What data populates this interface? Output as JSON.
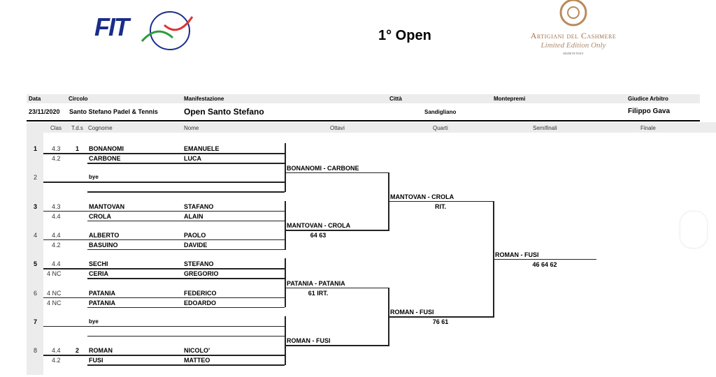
{
  "header": {
    "title": "1° Open",
    "logo_left": "FIT",
    "logo_right": {
      "brand": "Artigiani del Cashmere",
      "tagline": "Limited Edition Only",
      "sub": "MADE IN ITALY"
    }
  },
  "info": {
    "labels": [
      "Data",
      "Circolo",
      "Manifestazione",
      "Città",
      "Montepremi",
      "Giudice Arbitro"
    ],
    "values": {
      "data": "23/11/2020",
      "circolo": "Santo Stefano Padel & Tennis",
      "manifestazione": "Open Santo Stefano",
      "citta": "Sandigliano",
      "montepremi": "",
      "giudice": "Filippo Gava"
    }
  },
  "columns": [
    "Clas",
    "T.d.s",
    "Cognome",
    "Nome",
    "Ottavi",
    "Quarti",
    "Semifinali",
    "Finale"
  ],
  "teams": [
    {
      "num": "1",
      "players": [
        {
          "clas": "4.3",
          "tds": "1",
          "cognome": "BONANOMI",
          "nome": "EMANUELE"
        },
        {
          "clas": "4.2",
          "tds": "",
          "cognome": "CARBONE",
          "nome": "LUCA"
        }
      ]
    },
    {
      "num": "2",
      "players": [
        {
          "clas": "",
          "tds": "",
          "cognome": "bye",
          "nome": ""
        },
        {
          "clas": "",
          "tds": "",
          "cognome": "",
          "nome": ""
        }
      ]
    },
    {
      "num": "3",
      "players": [
        {
          "clas": "4.3",
          "tds": "",
          "cognome": "MANTOVAN",
          "nome": "STAFANO"
        },
        {
          "clas": "4.4",
          "tds": "",
          "cognome": "CROLA",
          "nome": "ALAIN"
        }
      ]
    },
    {
      "num": "4",
      "players": [
        {
          "clas": "4.4",
          "tds": "",
          "cognome": "ALBERTO",
          "nome": "PAOLO"
        },
        {
          "clas": "4.2",
          "tds": "",
          "cognome": "BASUINO",
          "nome": "DAVIDE"
        }
      ]
    },
    {
      "num": "5",
      "players": [
        {
          "clas": "4.4",
          "tds": "",
          "cognome": "SECHI",
          "nome": "STEFANO"
        },
        {
          "clas": "4 NC",
          "tds": "",
          "cognome": "CERIA",
          "nome": "GREGORIO"
        }
      ]
    },
    {
      "num": "6",
      "players": [
        {
          "clas": "4 NC",
          "tds": "",
          "cognome": "PATANIA",
          "nome": "FEDERICO"
        },
        {
          "clas": "4 NC",
          "tds": "",
          "cognome": "PATANIA",
          "nome": "EDOARDO"
        }
      ]
    },
    {
      "num": "7",
      "players": [
        {
          "clas": "",
          "tds": "",
          "cognome": "bye",
          "nome": ""
        },
        {
          "clas": "",
          "tds": "",
          "cognome": "",
          "nome": ""
        }
      ]
    },
    {
      "num": "8",
      "players": [
        {
          "clas": "4.4",
          "tds": "2",
          "cognome": "ROMAN",
          "nome": "NICOLO'"
        },
        {
          "clas": "4.2",
          "tds": "",
          "cognome": "FUSI",
          "nome": "MATTEO"
        }
      ]
    }
  ],
  "rounds": {
    "ottavi": [
      {
        "winner": "BONANOMI - CARBONE",
        "score": ""
      },
      {
        "winner": "MANTOVAN - CROLA",
        "score": "64 63"
      },
      {
        "winner": "PATANIA - PATANIA",
        "score": "61 IRT."
      },
      {
        "winner": "ROMAN - FUSI",
        "score": ""
      }
    ],
    "quarti": [
      {
        "winner": "MANTOVAN - CROLA",
        "score": "RIT."
      },
      {
        "winner": "ROMAN - FUSI",
        "score": "76 61"
      }
    ],
    "semifinali": [
      {
        "winner": "ROMAN - FUSI",
        "score": "46 64 62"
      }
    ]
  }
}
